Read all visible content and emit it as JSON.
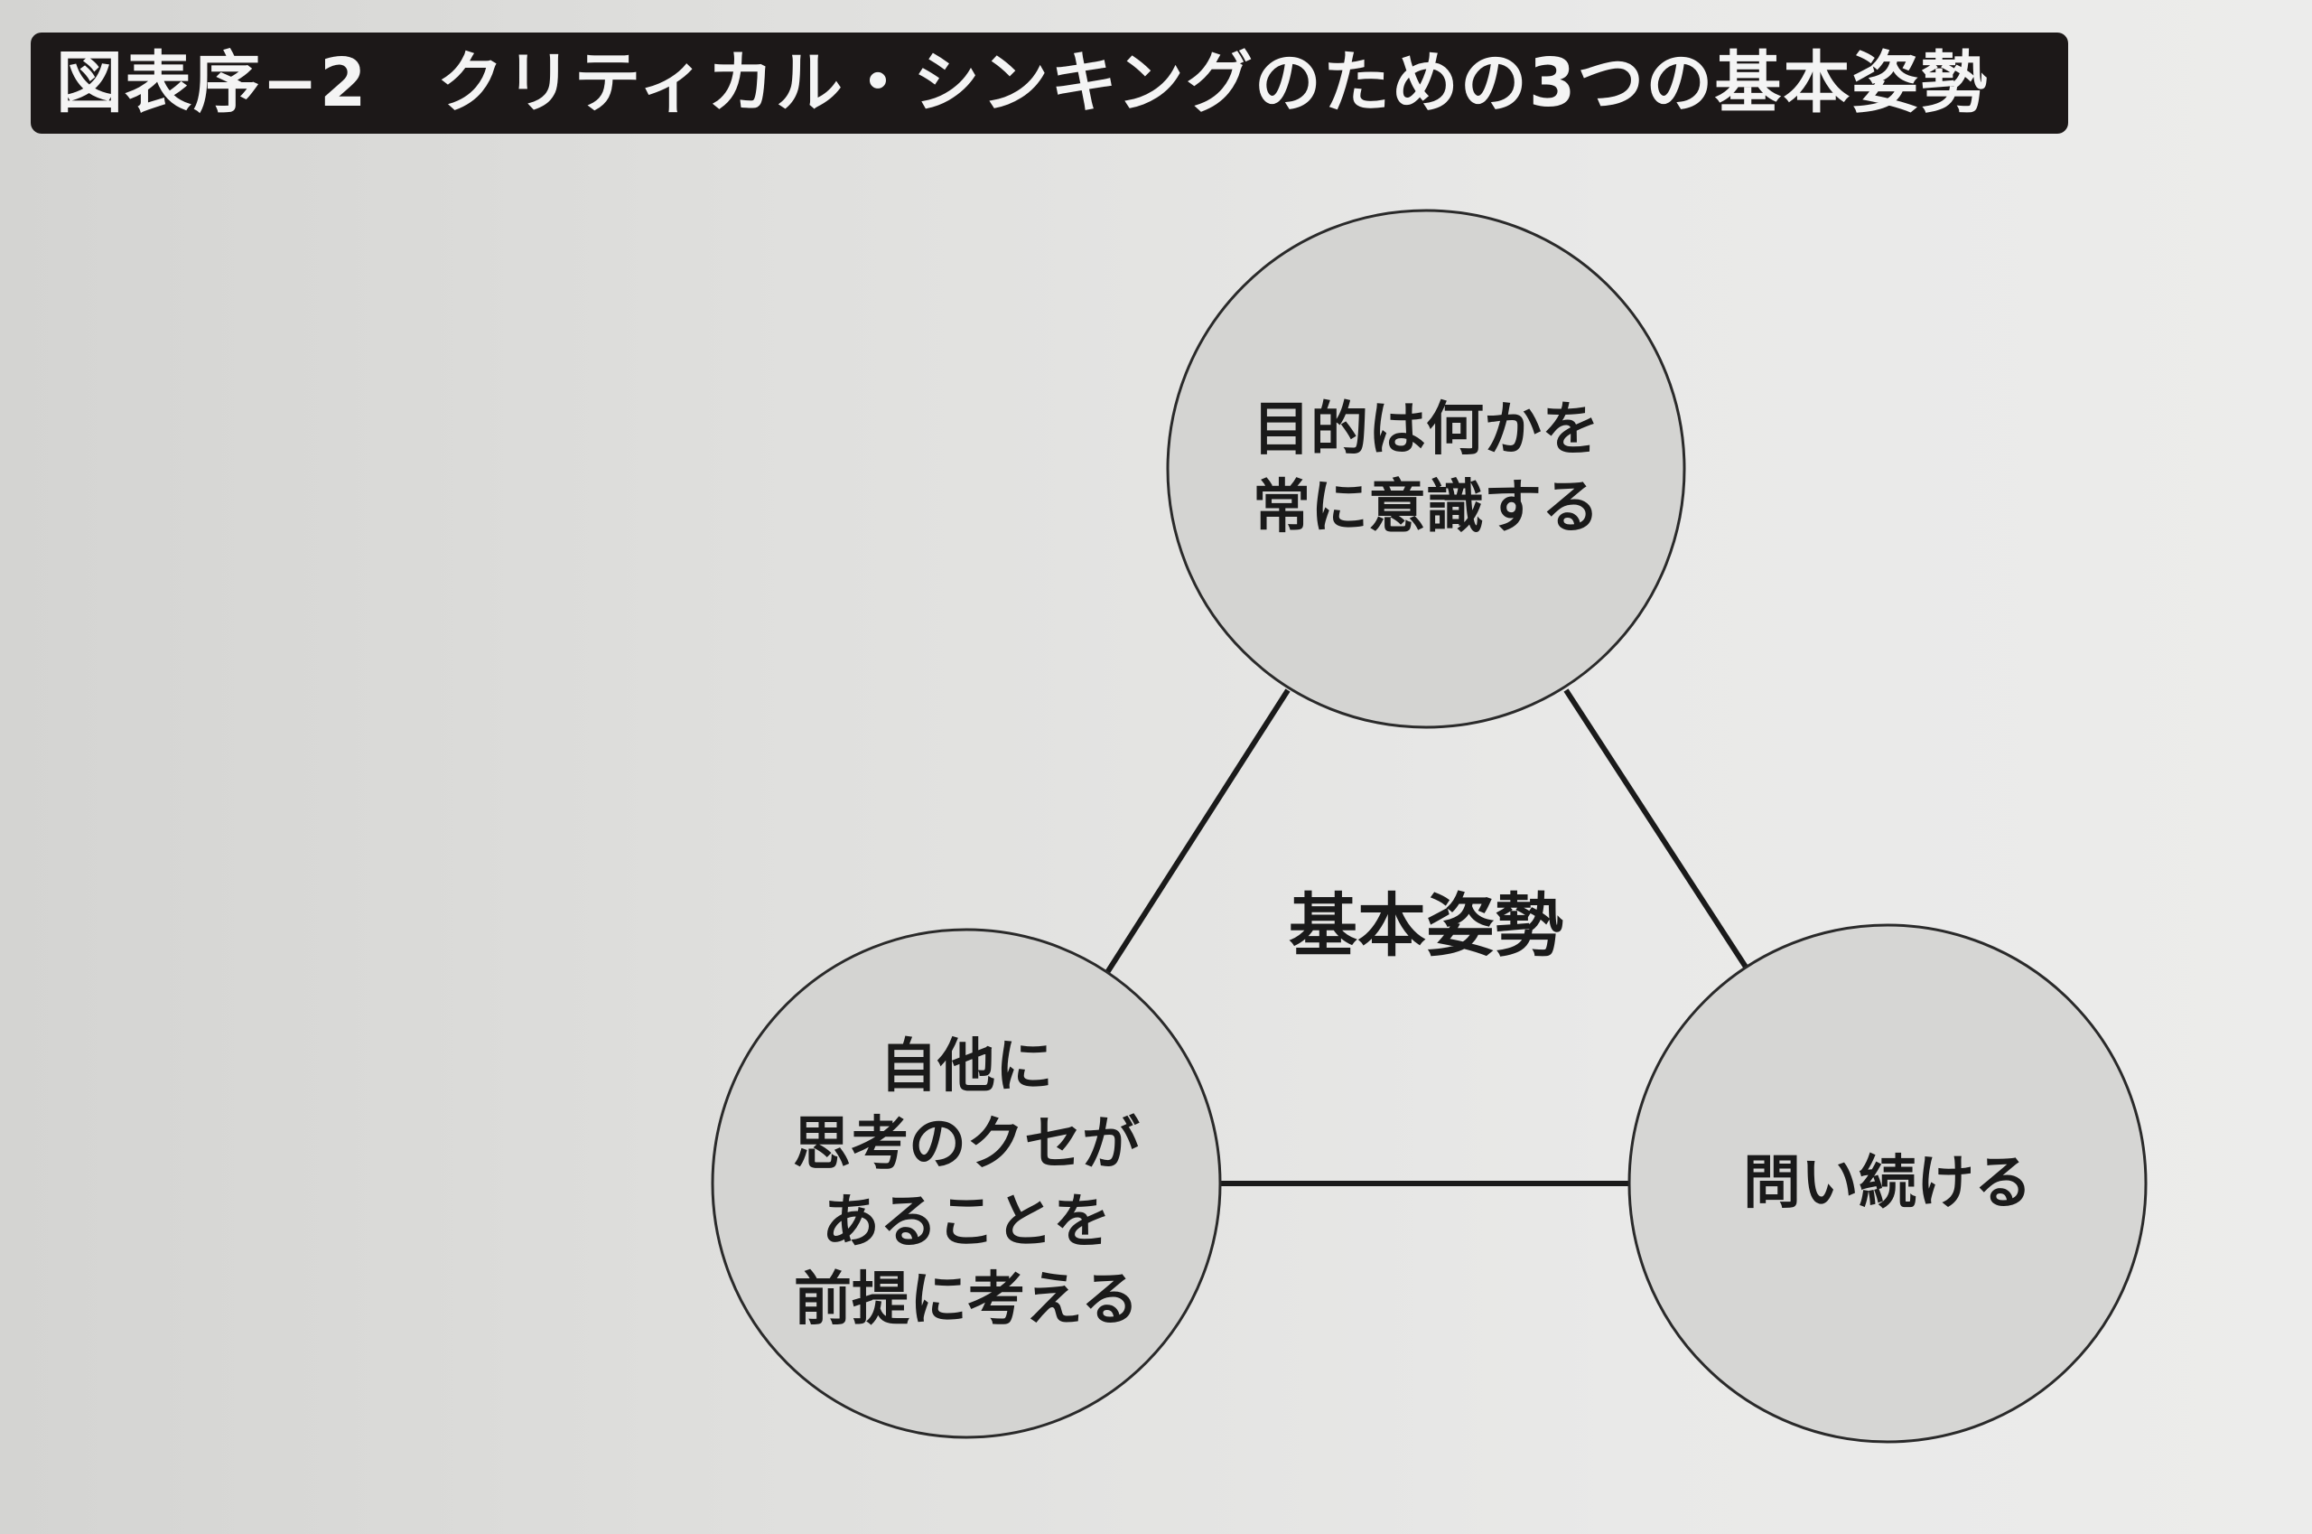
{
  "title": "図表序−2　クリティカル・シンキングのための3つの基本姿勢",
  "center_label": "基本姿勢",
  "nodes": {
    "top": {
      "lines": [
        "目的は何かを",
        "常に意識する"
      ]
    },
    "left": {
      "lines": [
        "自他に",
        "思考のクセが",
        "あることを",
        "前提に考える"
      ]
    },
    "right": {
      "lines": [
        "問い続ける"
      ]
    }
  },
  "colors": {
    "circle_fill": "#d4d4d2",
    "stroke": "#1a1a1a",
    "title_bg": "#1c1818"
  }
}
